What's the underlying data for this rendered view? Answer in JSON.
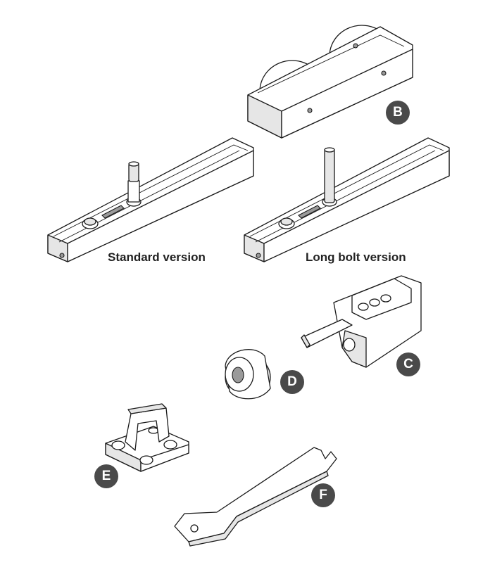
{
  "captions": {
    "standard": "Standard version",
    "long_bolt": "Long bolt version"
  },
  "badges": {
    "b": "B",
    "c": "C",
    "d": "D",
    "e": "E",
    "f": "F"
  }
}
